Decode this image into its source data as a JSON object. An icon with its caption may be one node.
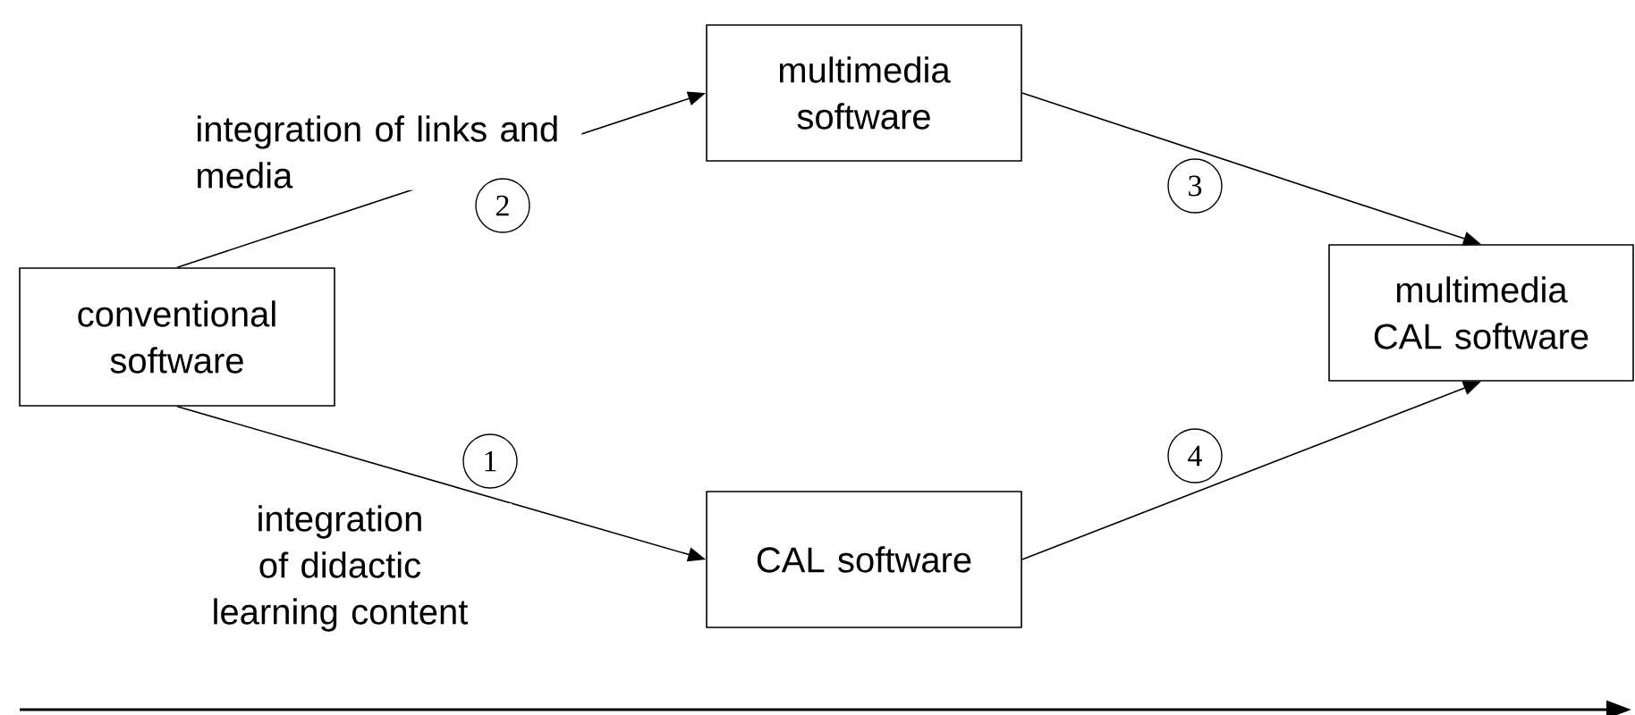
{
  "diagram": {
    "nodes": [
      {
        "text": [
          "conventional software"
        ]
      },
      {
        "text": [
          "multimedia software"
        ]
      },
      {
        "text": [
          "CAL software"
        ]
      },
      {
        "text": [
          "multimedia CAL software"
        ]
      }
    ],
    "edges": [
      {
        "from": 0,
        "to": 1,
        "arrow": "to",
        "label": "integration of links and media"
      },
      {
        "from": 0,
        "to": 2,
        "arrow": "to",
        "label": "integration of didactic learning content"
      },
      {
        "from": 1,
        "to": 3,
        "arrow": "to"
      },
      {
        "from": 2,
        "to": 3,
        "arrow": "to"
      }
    ],
    "labels": [
      "2",
      "3",
      "1",
      "4"
    ]
  }
}
